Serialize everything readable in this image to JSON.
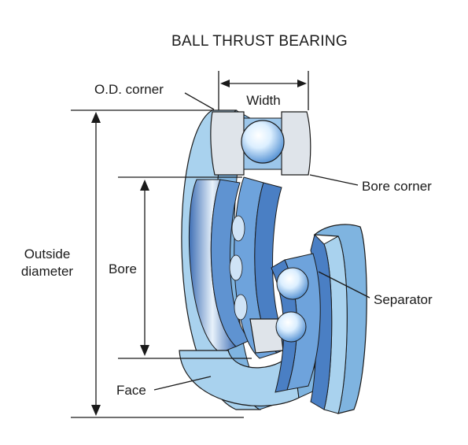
{
  "title": "BALL THRUST BEARING",
  "labels": {
    "od_corner": "O.D. corner",
    "width": "Width",
    "bore_corner": "Bore corner",
    "outside_diameter_line1": "Outside",
    "outside_diameter_line2": "diameter",
    "bore": "Bore",
    "separator": "Separator",
    "face": "Face"
  },
  "colors": {
    "washer_light": "#a9d2ee",
    "washer_mid": "#7fb4e0",
    "washer_dark": "#4a7fc4",
    "cage_blue": "#6ea3dc",
    "section_gray": "#dfe4ea",
    "line": "#1a1a1a"
  }
}
